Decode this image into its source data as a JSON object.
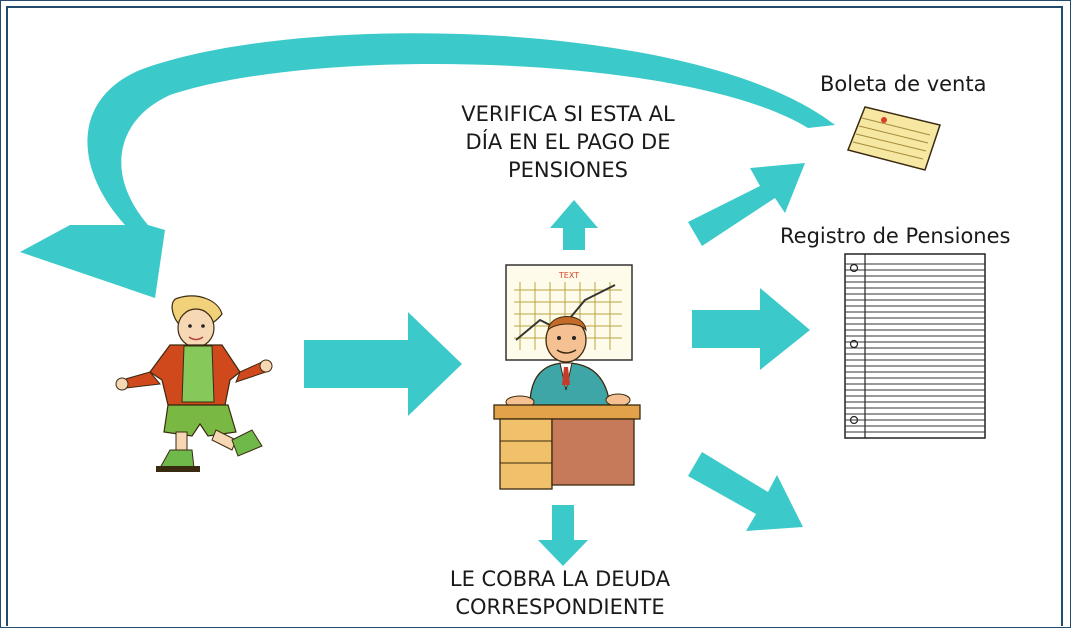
{
  "labels": {
    "verifica": [
      "VERIFICA SI ESTA AL",
      "DÍA EN EL PAGO DE",
      "PENSIONES"
    ],
    "cobra": [
      "LE COBRA LA DEUDA",
      "CORRESPONDIENTE"
    ],
    "boleta": "Boleta de venta",
    "registro": "Registro de Pensiones",
    "chart_sign": "TEXT"
  },
  "colors": {
    "arrow": "#3cc9c9",
    "frame": "#244b6b"
  },
  "icons": [
    "student-icon",
    "clerk-at-desk-icon",
    "receipt-icon",
    "ledger-icon"
  ]
}
